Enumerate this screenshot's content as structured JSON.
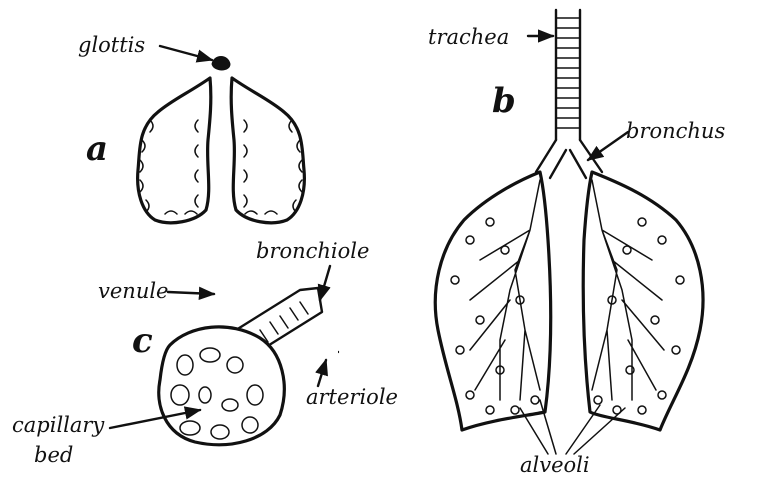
{
  "panels": {
    "a": {
      "letter": "a",
      "labels": {
        "glottis": "glottis"
      }
    },
    "b": {
      "letter": "b",
      "labels": {
        "trachea": "trachea",
        "bronchus": "bronchus",
        "alveoli": "alveoli"
      }
    },
    "c": {
      "letter": "c",
      "labels": {
        "venule": "venule",
        "bronchiole": "bronchiole",
        "arteriole": "arteriole",
        "capillary_line1": "capillary",
        "capillary_line2": "bed"
      }
    }
  }
}
